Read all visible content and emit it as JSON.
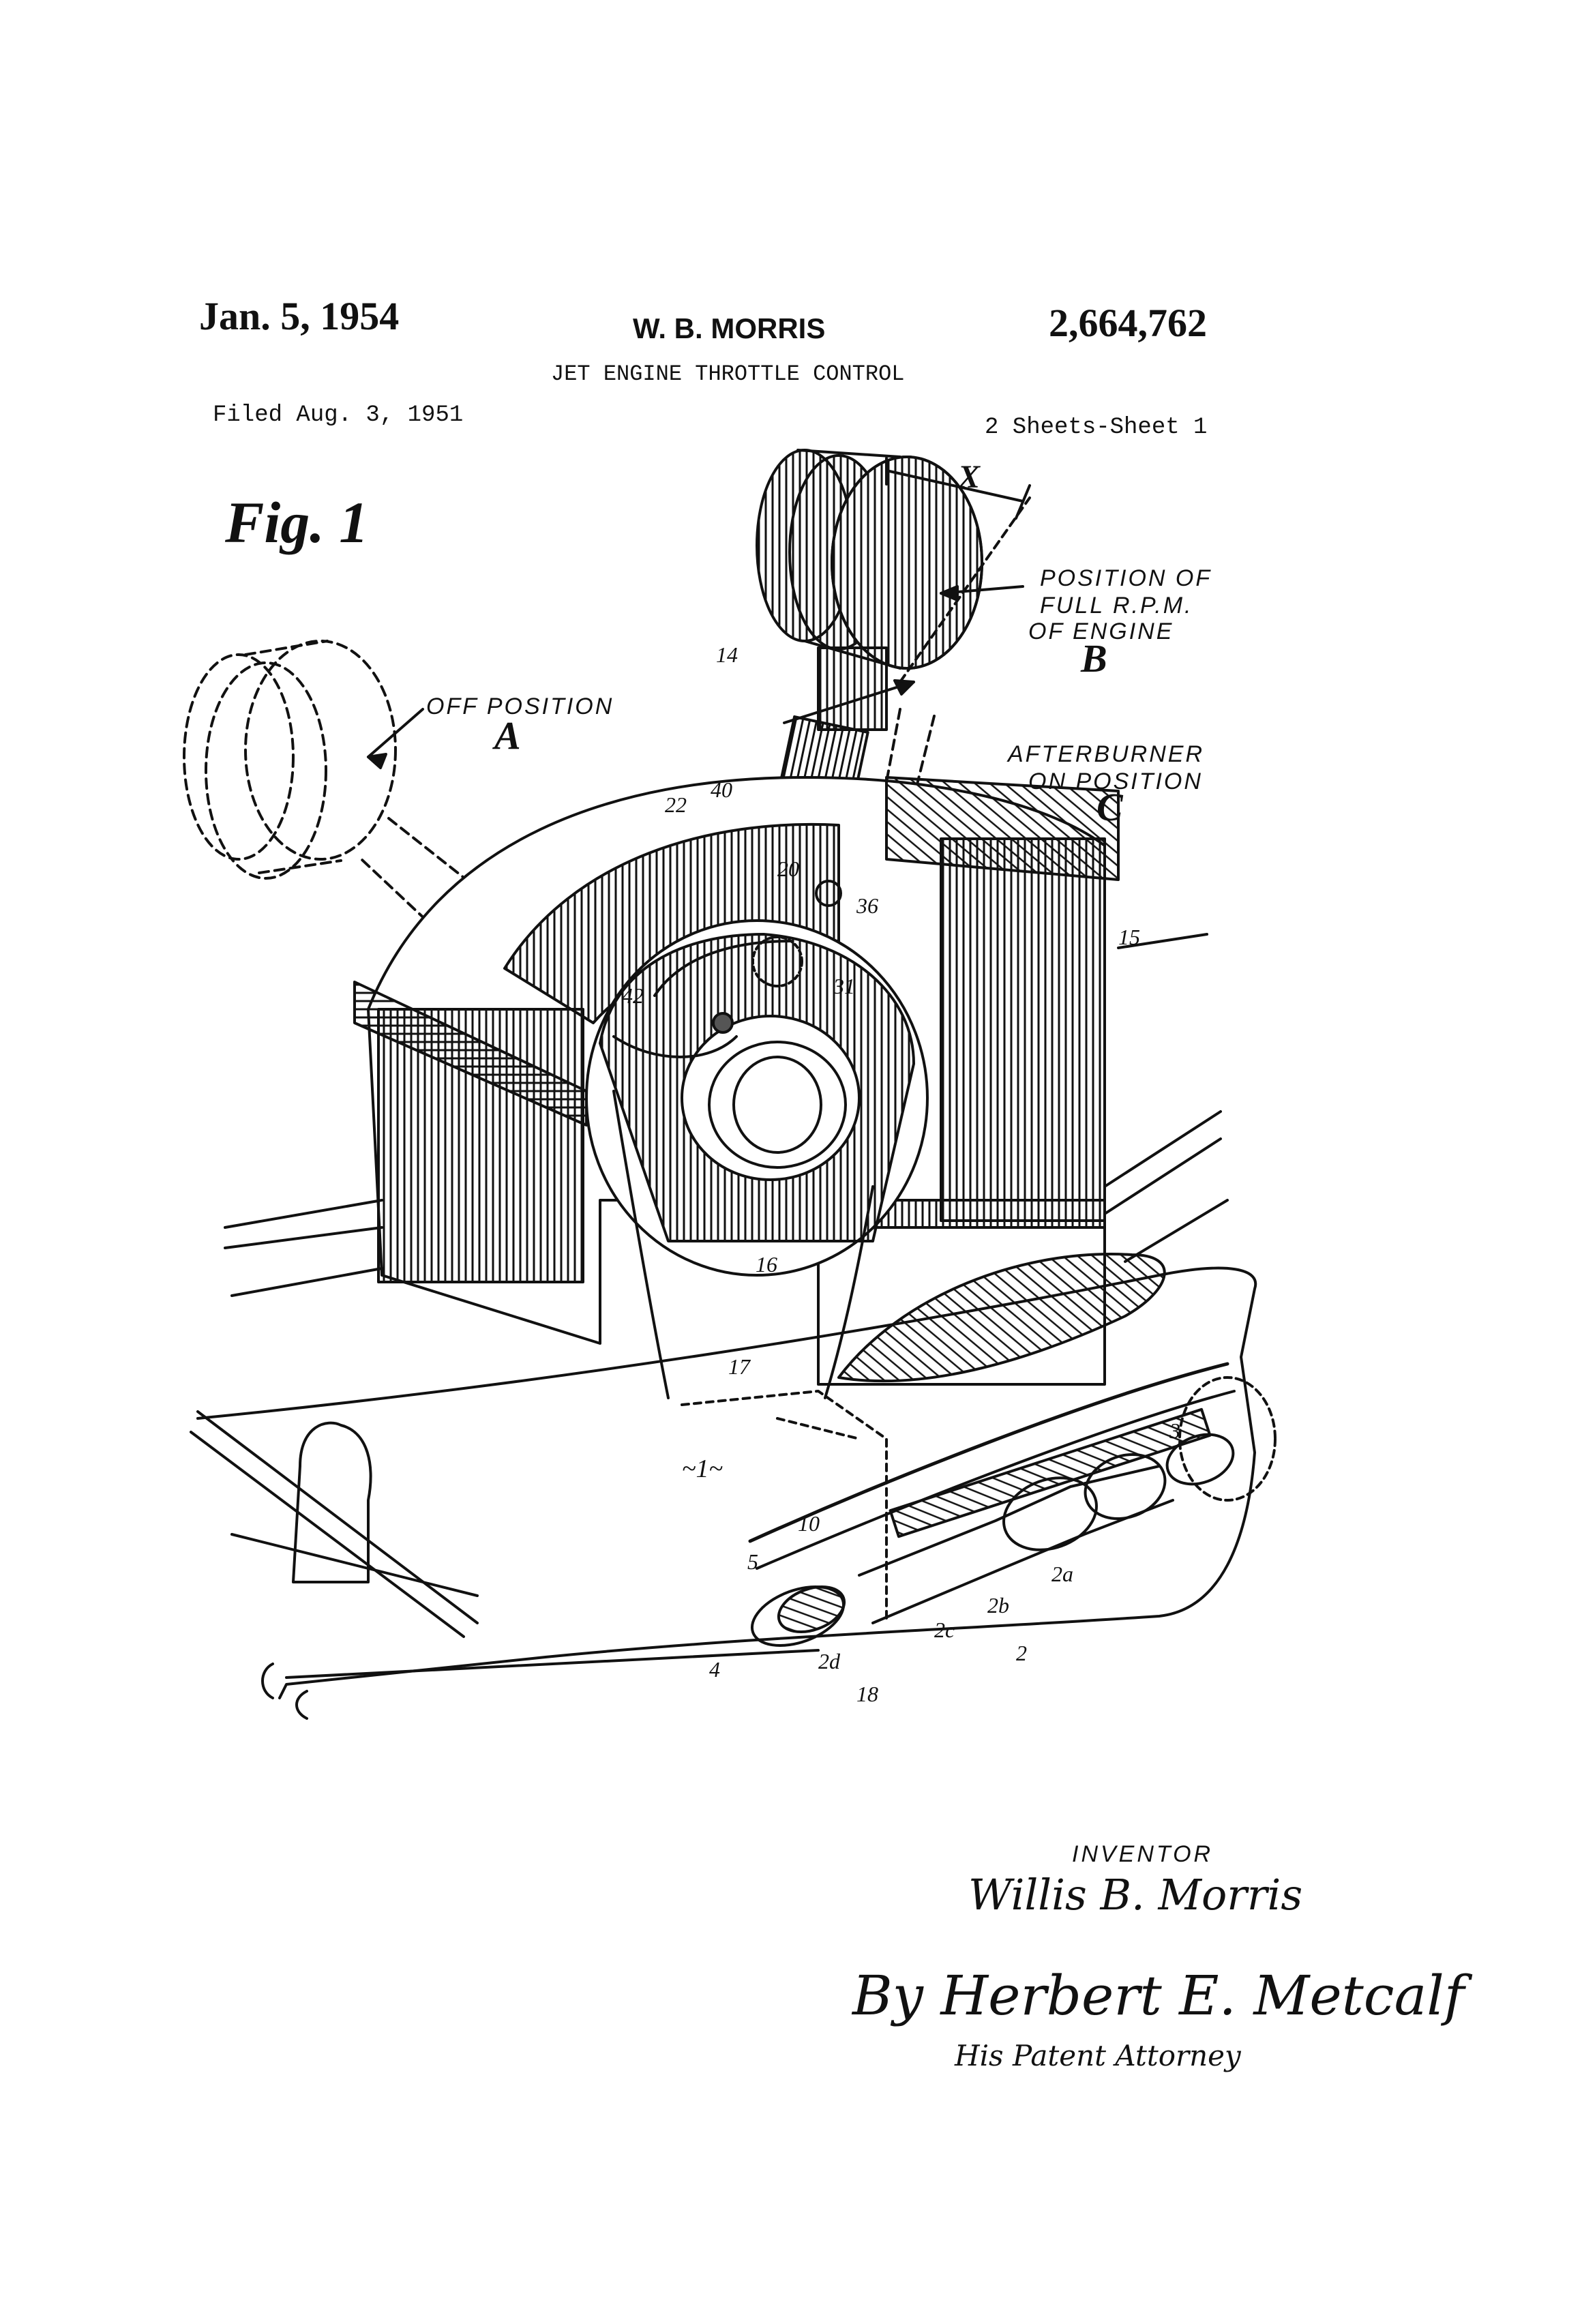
{
  "header": {
    "date": "Jan. 5, 1954",
    "inventor": "W. B. MORRIS",
    "patent_number": "2,664,762",
    "title": "JET ENGINE THROTTLE CONTROL",
    "filed": "Filed Aug. 3, 1951",
    "sheets": "2 Sheets-Sheet 1"
  },
  "figure": {
    "label": "Fig. 1",
    "positions": {
      "off_caption": "OFF POSITION",
      "off_letter": "A",
      "full_rpm_caption_1": "POSITION OF",
      "full_rpm_caption_2": "FULL R.P.M.",
      "full_rpm_caption_3": "OF ENGINE",
      "full_rpm_letter": "B",
      "afterburner_caption_1": "AFTERBURNER",
      "afterburner_caption_2": "ON POSITION",
      "afterburner_letter": "C",
      "travel_label": "X"
    },
    "reference_numerals": {
      "r14": "14",
      "r15": "15",
      "r16": "16",
      "r17": "17",
      "r22": "22",
      "r40": "40",
      "r20": "20",
      "r36": "36",
      "r31": "31",
      "r42": "42",
      "r1": "~1~",
      "r3": "3",
      "r10": "10",
      "r5": "5",
      "r4": "4",
      "r2d": "2d",
      "r18": "18",
      "r2c": "2c",
      "r2b": "2b",
      "r2a": "2a",
      "r2": "2"
    }
  },
  "signature_block": {
    "inventor_label": "INVENTOR",
    "inventor_signature": "Willis B. Morris",
    "attorney_signature": "By Herbert E. Metcalf",
    "attorney_role": "His Patent Attorney"
  }
}
